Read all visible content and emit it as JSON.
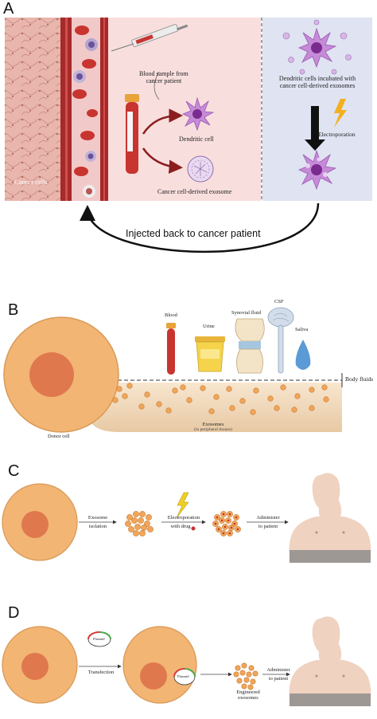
{
  "panel_a": {
    "letter": "A",
    "cancer_cells": "Cancer cells",
    "blood_sample_line1": "Blood sample from",
    "blood_sample_line2": "cancer patient",
    "dendritic_cell": "Dendritic cell",
    "exosome": "Cancer cell-derived exosome",
    "incubated_line1": "Dendritic cells incubated with",
    "incubated_line2": "cancer cell-derived exosomes",
    "electroporation": "Electroporation",
    "injected_back": "Injected back to cancer patient"
  },
  "panel_b": {
    "letter": "B",
    "blood": "Blood",
    "urine": "Urine",
    "synovial": "Synovial fluid",
    "csf": "CSF",
    "saliva": "Saliva",
    "body_fluids": "Body fluids",
    "donor_cell": "Donor cell",
    "exosomes": "Exosomes",
    "exosomes_sub": "(in peripheral tissues)"
  },
  "panel_c": {
    "letter": "C",
    "step1_line1": "Exosome",
    "step1_line2": "isolation",
    "step2_line1": "Electroporation",
    "step2_line2": "with drug",
    "step3_line1": "Administer",
    "step3_line2": "to patient"
  },
  "panel_d": {
    "letter": "D",
    "plasmid": "Plasmid",
    "plasmid2": "Plasmid",
    "transfection": "Transfection",
    "engineered_line1": "Engineered",
    "engineered_line2": "exosomes",
    "step3_line1": "Administer",
    "step3_line2": "to patient"
  },
  "colors": {
    "cell_outer": "#f2b574",
    "cell_nucleus": "#e0784e",
    "exosome": "#f0a65a",
    "panel_a_pink": "#f9dede",
    "panel_a_blue": "#dfe3f2",
    "skin": "#f0d2c0"
  }
}
